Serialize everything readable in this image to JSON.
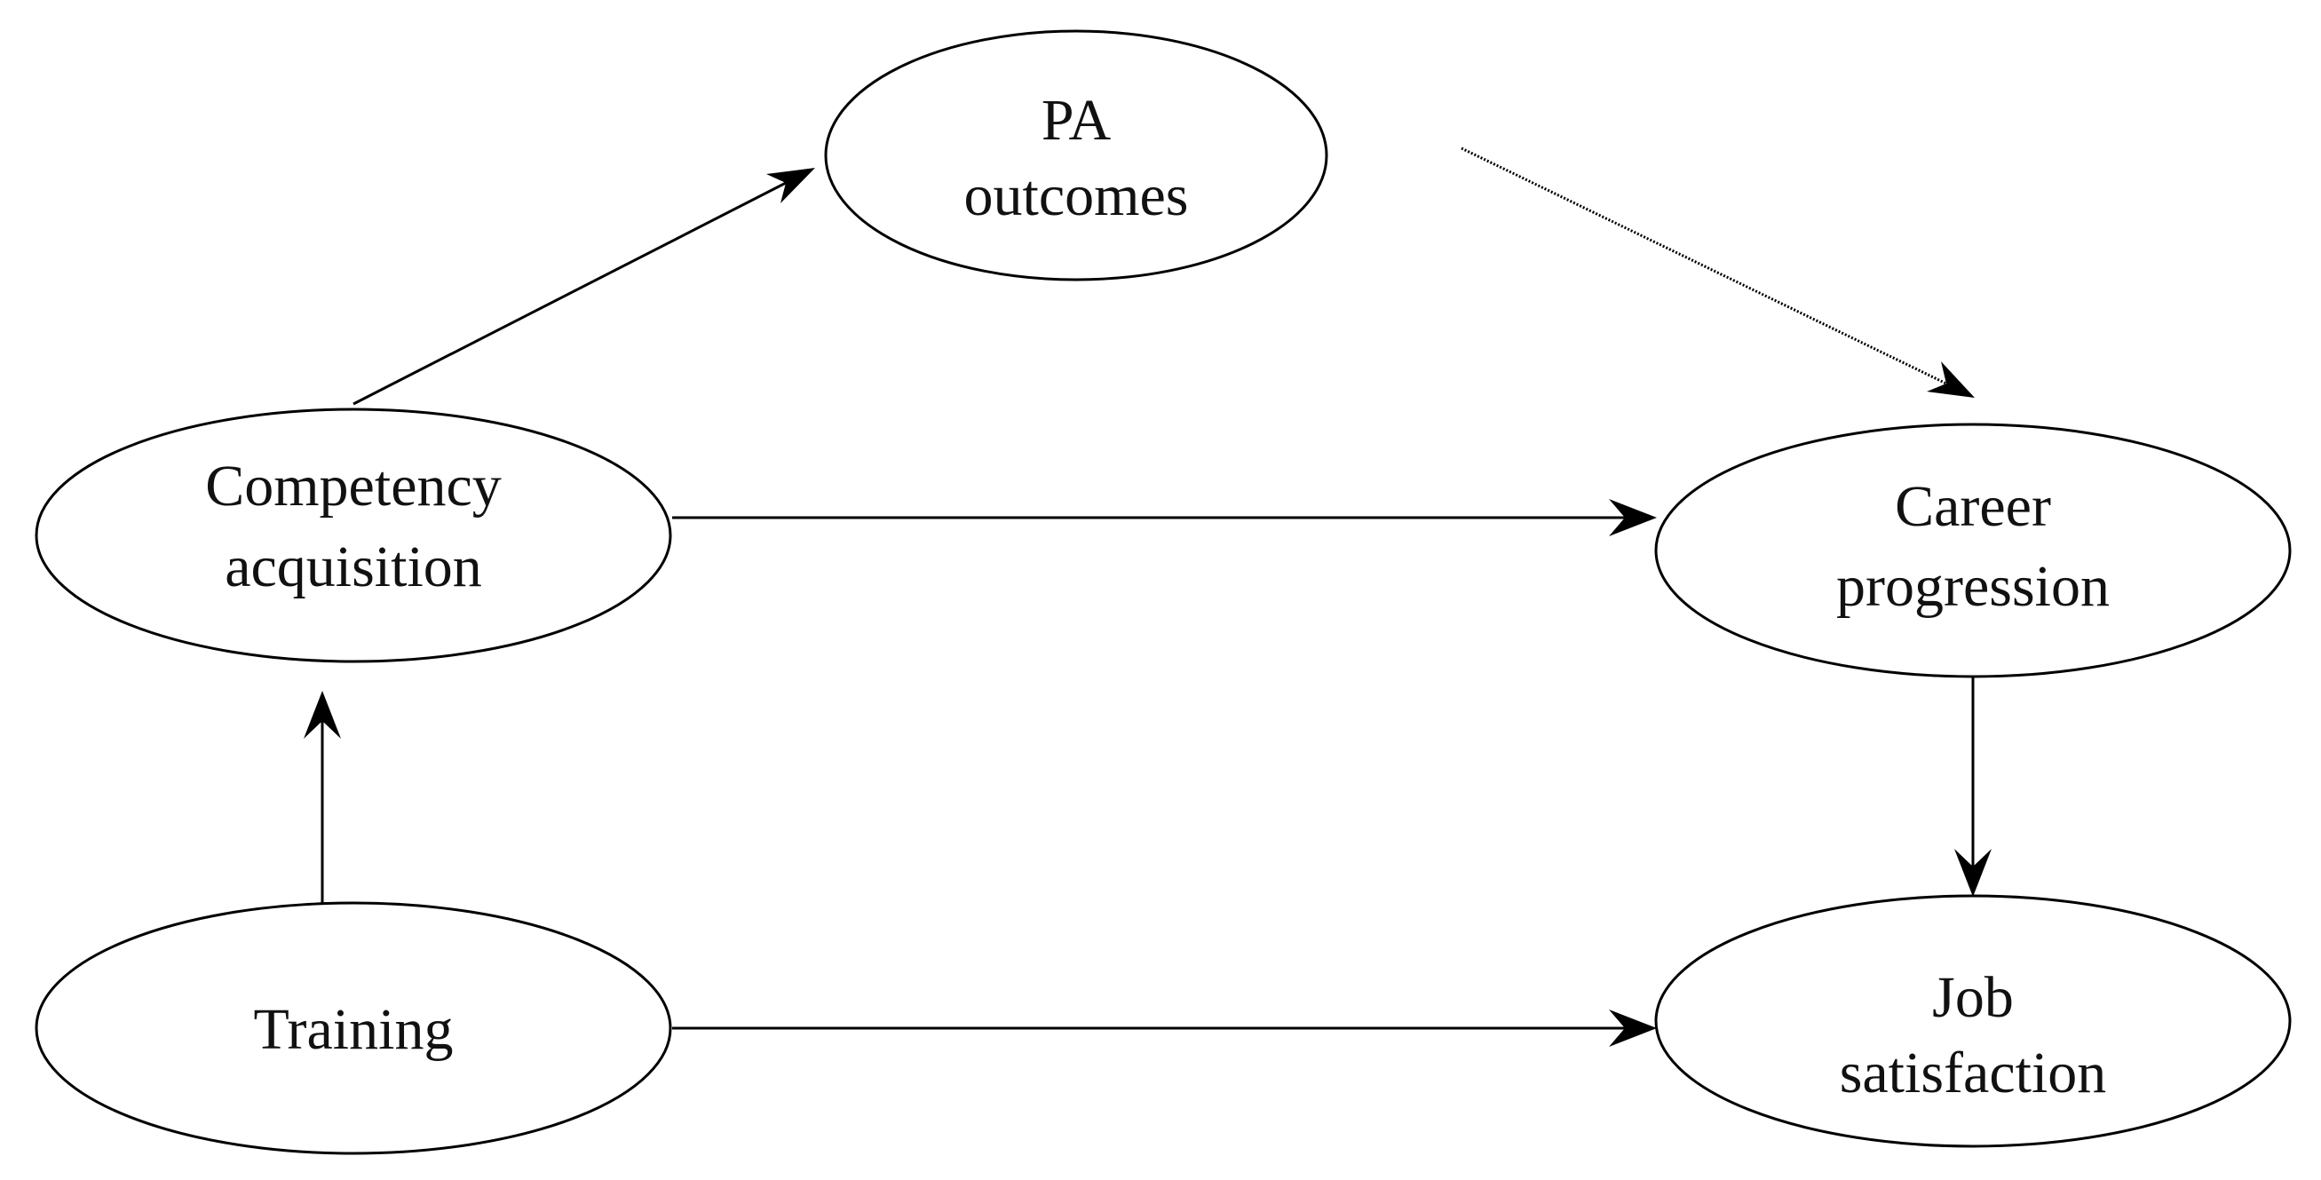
{
  "nodes": {
    "pa_outcomes": {
      "lines": [
        "PA",
        "outcomes"
      ]
    },
    "competency_acquisition": {
      "lines": [
        "Competency",
        "acquisition"
      ]
    },
    "career_progression": {
      "lines": [
        "Career",
        "progression"
      ]
    },
    "training": {
      "lines": [
        "Training"
      ]
    },
    "job_satisfaction": {
      "lines": [
        "Job",
        "satisfaction"
      ]
    }
  },
  "edges": [
    {
      "from": "competency_acquisition",
      "to": "pa_outcomes"
    },
    {
      "from": "pa_outcomes",
      "to": "career_progression"
    },
    {
      "from": "competency_acquisition",
      "to": "career_progression"
    },
    {
      "from": "training",
      "to": "competency_acquisition"
    },
    {
      "from": "career_progression",
      "to": "job_satisfaction"
    },
    {
      "from": "training",
      "to": "job_satisfaction"
    }
  ]
}
